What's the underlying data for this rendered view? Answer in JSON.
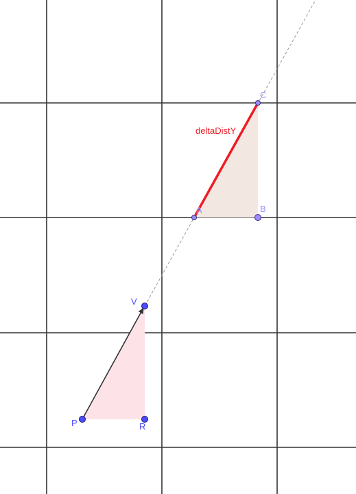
{
  "labels": {
    "point_c": "C",
    "segment": "deltaDistY",
    "point_a": "A",
    "point_b": "B",
    "point_v": "V",
    "point_p": "P",
    "point_r": "R"
  },
  "colors": {
    "grid": "#333333",
    "dashed_line": "#9a9a9a",
    "red_segment": "#ee1c24",
    "vector": "#333333",
    "point_blue": "#4d4dff",
    "point_purple": "#9b8cff",
    "triangle_pink": "#fde3e8",
    "triangle_beige": "#f3e8e1"
  }
}
